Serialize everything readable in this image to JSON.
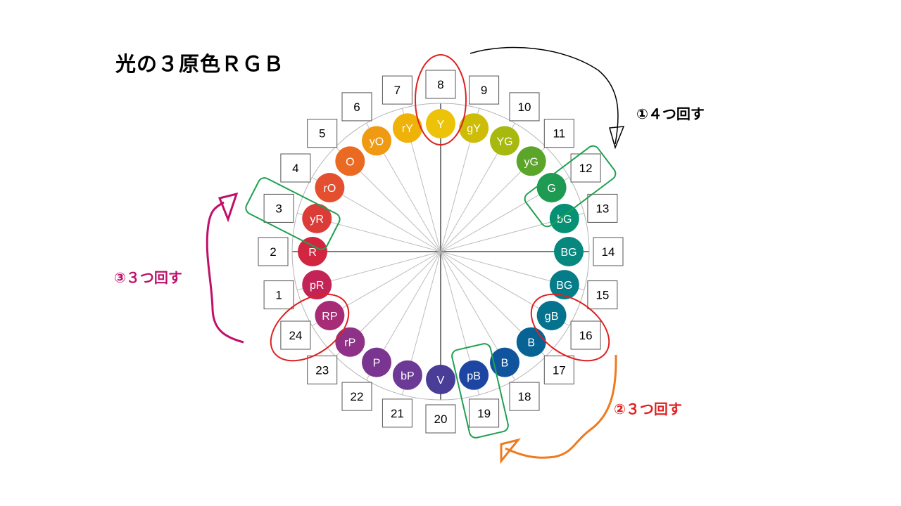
{
  "title": "光の３原色ＲＧＢ",
  "annotations": {
    "step1": "①４つ回す",
    "step2": "②３つ回す",
    "step3": "③３つ回す"
  },
  "hues": [
    {
      "label": "R",
      "number": "2",
      "color": "#d2253f"
    },
    {
      "label": "yR",
      "number": "3",
      "color": "#dc3c38"
    },
    {
      "label": "rO",
      "number": "4",
      "color": "#e4502f"
    },
    {
      "label": "O",
      "number": "5",
      "color": "#ea6a22"
    },
    {
      "label": "yO",
      "number": "6",
      "color": "#ef9a12"
    },
    {
      "label": "rY",
      "number": "7",
      "color": "#eeb209"
    },
    {
      "label": "Y",
      "number": "8",
      "color": "#ecc308"
    },
    {
      "label": "gY",
      "number": "9",
      "color": "#cdbc08"
    },
    {
      "label": "YG",
      "number": "10",
      "color": "#a7b80f"
    },
    {
      "label": "yG",
      "number": "11",
      "color": "#5aa52a"
    },
    {
      "label": "G",
      "number": "12",
      "color": "#1e9a52"
    },
    {
      "label": "bG",
      "number": "13",
      "color": "#069174"
    },
    {
      "label": "BG",
      "number": "14",
      "color": "#06887f"
    },
    {
      "label": "BG",
      "number": "15",
      "color": "#057c88"
    },
    {
      "label": "gB",
      "number": "16",
      "color": "#06738e"
    },
    {
      "label": "B",
      "number": "17",
      "color": "#086395"
    },
    {
      "label": "B",
      "number": "18",
      "color": "#11549e"
    },
    {
      "label": "pB",
      "number": "19",
      "color": "#1d46a3"
    },
    {
      "label": "V",
      "number": "20",
      "color": "#4a3d98"
    },
    {
      "label": "bP",
      "number": "21",
      "color": "#6c3996"
    },
    {
      "label": "P",
      "number": "22",
      "color": "#7a3590"
    },
    {
      "label": "rP",
      "number": "23",
      "color": "#8e3187"
    },
    {
      "label": "RP",
      "number": "24",
      "color": "#a72b75"
    },
    {
      "label": "pR",
      "number": "1",
      "color": "#c22555"
    }
  ],
  "highlight_colors": {
    "red": "#e02020",
    "green": "#20a050",
    "black": "#000000",
    "orange": "#f07a1e",
    "magenta": "#c0106a"
  }
}
